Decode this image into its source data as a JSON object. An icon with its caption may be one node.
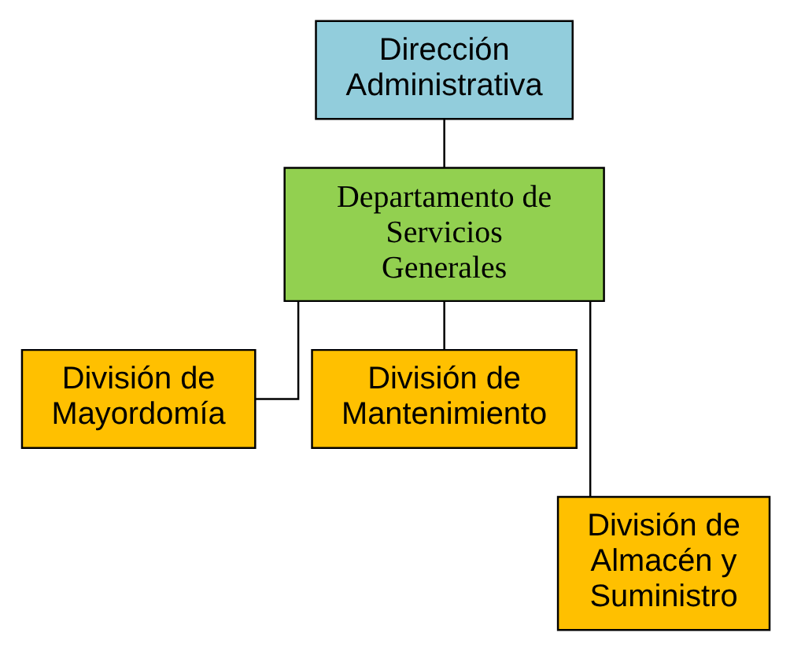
{
  "diagram": {
    "nodes": [
      {
        "text": [
          "Dirección Administrativa"
        ]
      },
      {
        "text": [
          "Departamento de Servicios Generales"
        ]
      },
      {
        "text": [
          "División de Mayordomía"
        ]
      },
      {
        "text": [
          "División de Mantenimiento"
        ]
      },
      {
        "text": [
          "División de Almacén y Suministro"
        ]
      }
    ],
    "edges": [
      {
        "from": 0,
        "to": 1,
        "arrow": "none"
      },
      {
        "from": 1,
        "to": 2,
        "arrow": "none"
      },
      {
        "from": 1,
        "to": 3,
        "arrow": "none"
      },
      {
        "from": 1,
        "to": 4,
        "arrow": "none"
      }
    ]
  }
}
